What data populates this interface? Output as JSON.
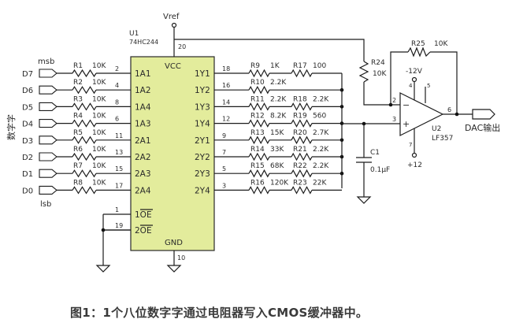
{
  "power": {
    "vref": "Vref",
    "vcc": "VCC",
    "gnd": "GND",
    "vcc_pin": "20",
    "gnd_pin": "10"
  },
  "chip": {
    "ref": "U1",
    "part": "74HC244"
  },
  "inputs": [
    {
      "net": "D7",
      "res": "R1",
      "val": "10K",
      "pin": "2",
      "port": "1A1"
    },
    {
      "net": "D6",
      "res": "R2",
      "val": "10K",
      "pin": "4",
      "port": "1A2"
    },
    {
      "net": "D5",
      "res": "R3",
      "val": "10K",
      "pin": "8",
      "port": "1A4"
    },
    {
      "net": "D4",
      "res": "R4",
      "val": "10K",
      "pin": "6",
      "port": "1A3"
    },
    {
      "net": "D3",
      "res": "R5",
      "val": "10K",
      "pin": "11",
      "port": "2A1"
    },
    {
      "net": "D2",
      "res": "R6",
      "val": "10K",
      "pin": "13",
      "port": "2A2"
    },
    {
      "net": "D1",
      "res": "R7",
      "val": "10K",
      "pin": "15",
      "port": "2A3"
    },
    {
      "net": "D0",
      "res": "R8",
      "val": "10K",
      "pin": "17",
      "port": "2A4"
    }
  ],
  "input_labels": {
    "msb": "msb",
    "lsb": "lsb",
    "bus": "数字字"
  },
  "enables": [
    {
      "pin": "1",
      "label": "1OE"
    },
    {
      "pin": "19",
      "label": "2OE"
    }
  ],
  "outputs": [
    {
      "port": "1Y1",
      "pin": "18",
      "r1": "R9",
      "v1": "1K",
      "r2": "R17",
      "v2": "100"
    },
    {
      "port": "1Y2",
      "pin": "16",
      "r1": "R10",
      "v1": "2.2K",
      "r2": "",
      "v2": ""
    },
    {
      "port": "1Y3",
      "pin": "14",
      "r1": "R11",
      "v1": "2.2K",
      "r2": "R18",
      "v2": "2.2K"
    },
    {
      "port": "1Y4",
      "pin": "12",
      "r1": "R12",
      "v1": "8.2K",
      "r2": "R19",
      "v2": "560"
    },
    {
      "port": "2Y1",
      "pin": "9",
      "r1": "R13",
      "v1": "15K",
      "r2": "R20",
      "v2": "2.7K"
    },
    {
      "port": "2Y2",
      "pin": "7",
      "r1": "R14",
      "v1": "33K",
      "r2": "R21",
      "v2": "2.2K"
    },
    {
      "port": "2Y3",
      "pin": "5",
      "r1": "R15",
      "v1": "68K",
      "r2": "R22",
      "v2": "2.2K"
    },
    {
      "port": "2Y4",
      "pin": "3",
      "r1": "R16",
      "v1": "120K",
      "r2": "R23",
      "v2": "22K"
    }
  ],
  "r24": {
    "ref": "R24",
    "val": "10K"
  },
  "r25": {
    "ref": "R25",
    "val": "10K"
  },
  "cap": {
    "ref": "C1",
    "val": "0.1μF"
  },
  "opamp": {
    "ref": "U2",
    "part": "LF357",
    "inv_pin": "2",
    "noninv_pin": "3",
    "out_pin": "6",
    "vneg_pin": "4",
    "vpos_pin": "7",
    "pin5": "5",
    "minus": "−",
    "plus": "+",
    "vneg": "-12V",
    "vpos": "+12"
  },
  "output_label": "DAC输出",
  "caption": "图1：1个八位数字字通过电阻器写入CMOS缓冲器中。"
}
